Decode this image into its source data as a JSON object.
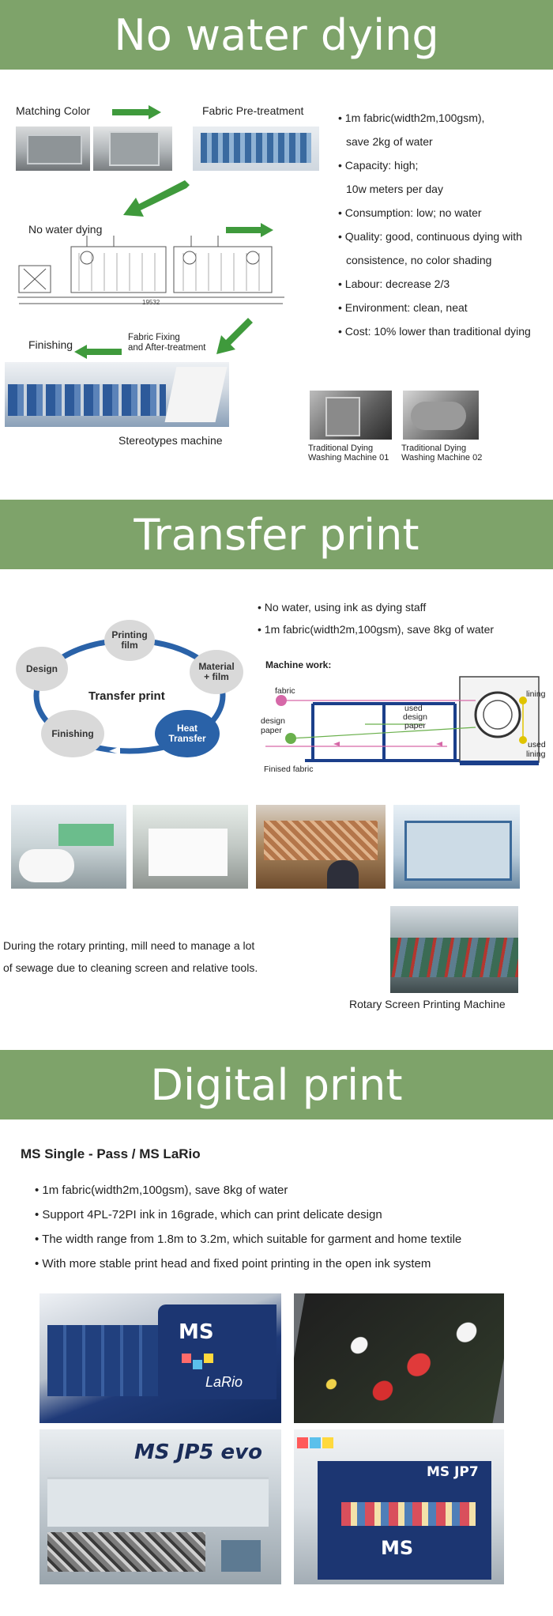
{
  "sections": {
    "no_water": {
      "title": "No water dying",
      "labels": {
        "matching_color": "Matching Color",
        "pretreatment": "Fabric Pre-treatment",
        "no_water_dying": "No water dying",
        "dimension": "19532",
        "fabric_fixing_1": "Fabric Fixing",
        "fabric_fixing_2": "and After-treatment",
        "finishing": "Finishing",
        "stereotypes": "Stereotypes machine",
        "trad1_line1": "Traditional Dying",
        "trad1_line2": "Washing Machine 01",
        "trad2_line1": "Traditional Dying",
        "trad2_line2": "Washing Machine 02"
      },
      "bullets": [
        "1m fabric(width2m,100gsm),",
        "Capacity: high;",
        "Consumption: low; no water",
        "Quality: good, continuous dying with",
        "Labour: decrease 2/3",
        "Environment: clean, neat",
        "Cost: 10% lower than traditional dying"
      ],
      "continuations": {
        "b0": "save 2kg of water",
        "b1": "10w meters per day",
        "b3": "consistence, no color shading"
      }
    },
    "transfer": {
      "title": "Transfer print",
      "bullets": [
        "No water, using ink as dying staff",
        "1m fabric(width2m,100gsm),  save 8kg of water"
      ],
      "cycle": {
        "center": "Transfer print",
        "printing_film_1": "Printing",
        "printing_film_2": "film",
        "material_1": "Material",
        "material_2": "+ film",
        "heat_1": "Heat",
        "heat_2": "Transfer",
        "finishing": "Finishing",
        "design": "Design"
      },
      "machine": {
        "title": "Machine work:",
        "fabric": "fabric",
        "design_paper_1": "design",
        "design_paper_2": "paper",
        "used_design_1": "used",
        "used_design_2": "design",
        "used_design_3": "paper",
        "finished_fabric": "Finised fabric",
        "lining": "lining",
        "used_lining_1": "used",
        "used_lining_2": "lining"
      },
      "rotary_text_1": "During the rotary printing, mill need to manage a lot",
      "rotary_text_2": "of sewage due to cleaning screen and relative tools.",
      "rotary_caption": "Rotary Screen Printing Machine"
    },
    "digital": {
      "title": "Digital print",
      "subtitle": "MS Single  - Pass / MS LaRio",
      "bullets": [
        "1m fabric(width2m,100gsm),  save 8kg of water",
        "Support 4PL-72PI ink in 16grade,  which can print delicate design",
        "The width range from 1.8m to 3.2m, which suitable for garment and home textile",
        "With more stable print head and fixed point printing in the open ink system"
      ],
      "printer_brand": "MS",
      "printer_lario": "LaRio",
      "printer_jp5": "MS JP5 evo",
      "printer_jp7": "MS JP7"
    }
  },
  "colors": {
    "banner": "#7ea36a",
    "arrow_green": "#3f9a3c",
    "cycle_blue": "#2a62a8",
    "machine_blue": "#1b3f8a"
  }
}
